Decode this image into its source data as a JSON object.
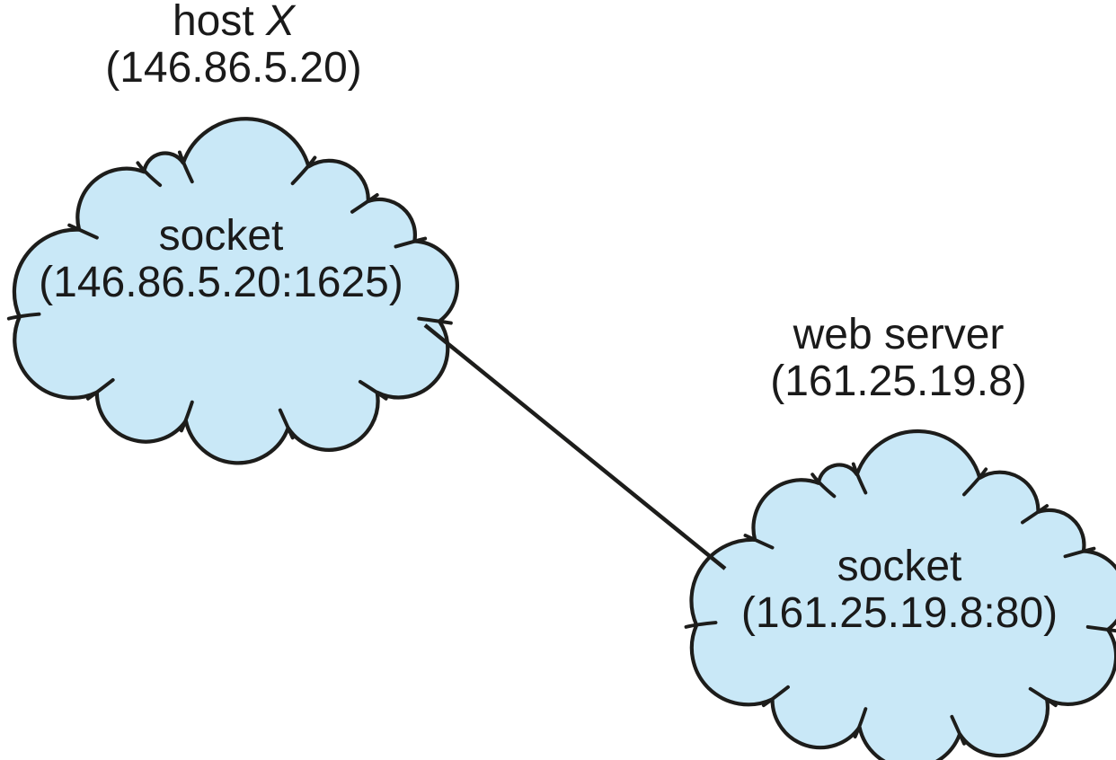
{
  "colors": {
    "background": "#ffffff",
    "cloud_fill": "#c9e8f7",
    "outline": "#1d1d1b",
    "text": "#1a1a1a"
  },
  "host": {
    "name_prefix": "host ",
    "name_variable": "X",
    "address": "(146.86.5.20)"
  },
  "host_socket": {
    "label": "socket",
    "address": "(146.86.5.20:1625)"
  },
  "web_server": {
    "name": "web server",
    "address": "(161.25.19.8)"
  },
  "server_socket": {
    "label": "socket",
    "address": "(161.25.19.8:80)"
  }
}
